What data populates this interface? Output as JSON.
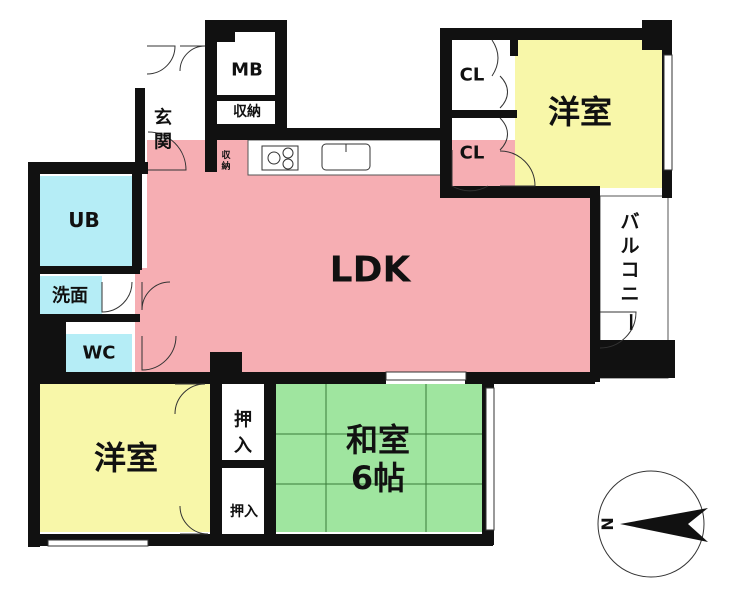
{
  "rooms": {
    "ldk": "LDK",
    "western_top": "洋室",
    "western_bottom": "洋室",
    "washitsu_line1": "和室",
    "washitsu_line2": "6帖",
    "ub": "UB",
    "senmen": "洗面",
    "wc": "WC",
    "genkan_1": "玄",
    "genkan_2": "関",
    "mb": "MB",
    "shuno_top": "収納",
    "shuno_small_1": "収",
    "shuno_small_2": "納",
    "cl_upper": "CL",
    "cl_lower": "CL",
    "oshiire_1": "押",
    "oshiire_2": "入",
    "oshiire_small": "押入",
    "balcony": [
      "バ",
      "ル",
      "コ",
      "ニ",
      "ー"
    ]
  },
  "compass": {
    "label": "N"
  },
  "colors": {
    "ldk": "#f6aeb3",
    "western": "#f8f7a9",
    "washitsu": "#9fe59f",
    "wet": "#b5edf6",
    "storage": "#ffffff",
    "wall": "#111111"
  }
}
